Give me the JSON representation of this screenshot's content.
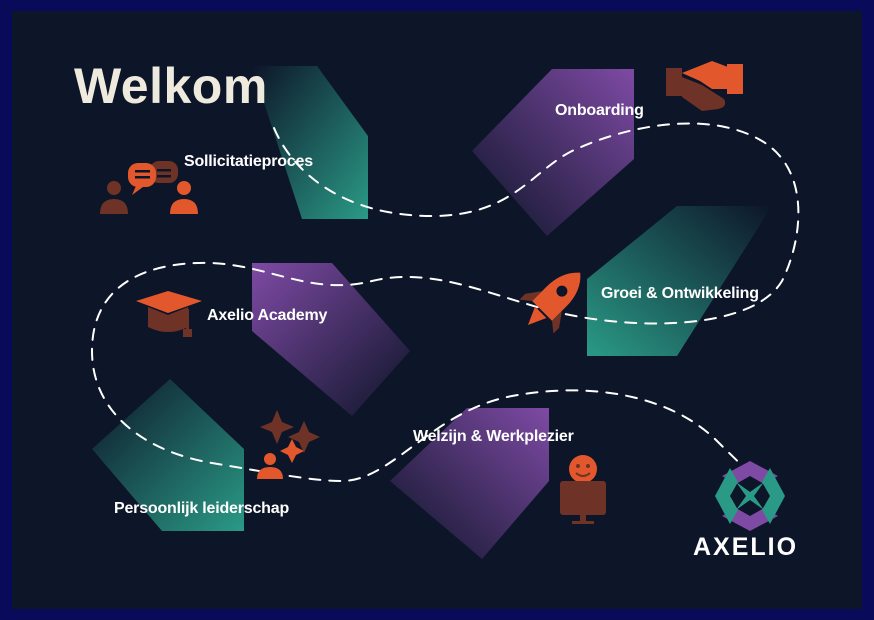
{
  "title": "Welkom",
  "steps": [
    {
      "label": "Sollicitatieproces",
      "icon": "chat-people-icon"
    },
    {
      "label": "Onboarding",
      "icon": "handshake-icon"
    },
    {
      "label": "Groei & Ontwikkeling",
      "icon": "rocket-icon"
    },
    {
      "label": "Axelio Academy",
      "icon": "graduation-cap-icon"
    },
    {
      "label": "Persoonlijk leiderschap",
      "icon": "sparkle-person-icon"
    },
    {
      "label": "Welzijn & Werkplezier",
      "icon": "smiley-monitor-icon"
    }
  ],
  "brand": {
    "name": "AXELIO",
    "icon": "axelio-logo-icon"
  },
  "colors": {
    "background": "#0d1528",
    "border": "#0a0a5a",
    "teal": "#2a9a86",
    "purple": "#7e4aa4",
    "orange": "#e2582c",
    "brown": "#6e3326",
    "path": "#ffffff"
  }
}
